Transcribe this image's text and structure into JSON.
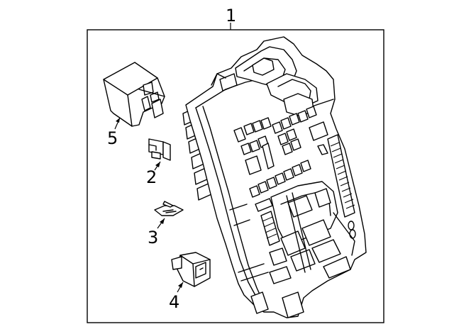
{
  "diagram": {
    "callouts": {
      "assembly": "1",
      "fuse_maxi": "2",
      "fuse_mini": "3",
      "relay_small": "4",
      "relay_large": "5"
    }
  }
}
